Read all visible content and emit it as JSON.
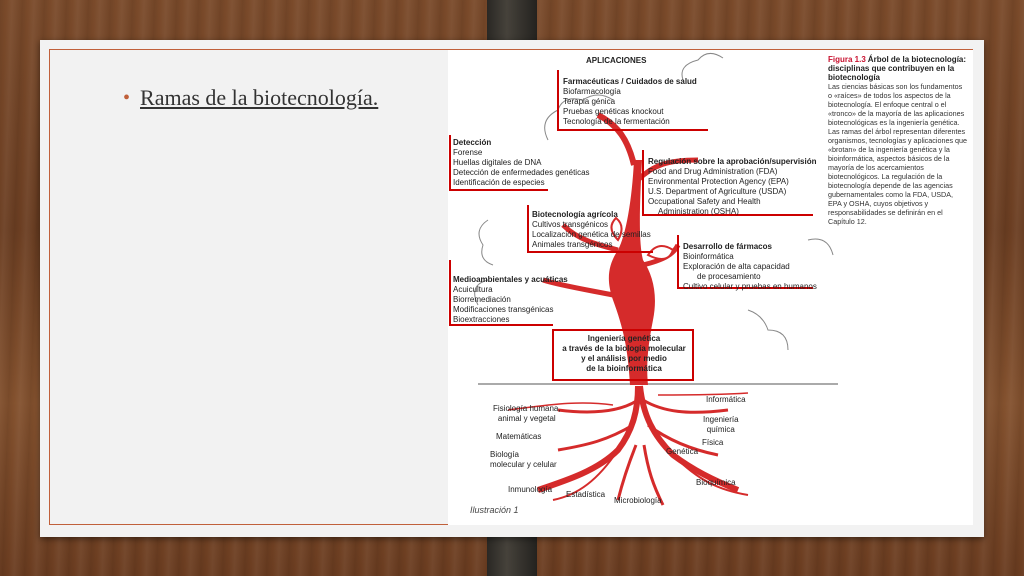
{
  "slide": {
    "bullet": "Ramas de la biotecnología."
  },
  "figure": {
    "header": "APLICACIONES",
    "farma": {
      "title": "Farmacéuticas / Cuidados de salud",
      "items": [
        "Biofarmacología",
        "Terapia génica",
        "Pruebas genéticas knockout",
        "Tecnología de la fermentación"
      ]
    },
    "deteccion": {
      "title": "Detección",
      "items": [
        "Forense",
        "Huellas digitales de DNA",
        "Detección de enfermedades genéticas",
        "Identificación de especies"
      ]
    },
    "regulacion": {
      "title": "Regulación sobre la aprobación/supervisión",
      "items": [
        "Food and Drug Administration (FDA)",
        "Environmental Protection Agency (EPA)",
        "U.S. Department of Agriculture (USDA)",
        "Occupational Safety and Health",
        "Administration (OSHA)"
      ]
    },
    "agricola": {
      "title": "Biotecnología agrícola",
      "items": [
        "Cultivos transgénicos",
        "Localización genética de semillas",
        "Animales transgénicos"
      ]
    },
    "farmacos": {
      "title": "Desarrollo de fármacos",
      "items": [
        "Bioinformática",
        "Exploración de alta capacidad",
        "de procesamiento",
        "Cultivo celular y pruebas en humanos"
      ]
    },
    "medio": {
      "title": "Medioambientales y acuáticas",
      "items": [
        "Acuicultura",
        "Biorremediación",
        "Modificaciones transgénicas",
        "Bioextracciones"
      ]
    },
    "ingenieria": {
      "lines": [
        "Ingeniería genética",
        "a través de la biología molecular",
        "y el análisis por medio",
        "de la bioinformática"
      ]
    },
    "roots": {
      "fisiologia": [
        "Fisiología humana,",
        "animal y vegetal"
      ],
      "matematicas": "Matemáticas",
      "biologia": [
        "Biología",
        "molecular y celular"
      ],
      "inmunologia": "Inmunología",
      "estadistica": "Estadística",
      "microbiologia": "Microbiología",
      "bioquimica": "Bioquímica",
      "genetica": "Genética",
      "fisica": "Física",
      "ingquimica": [
        "Ingeniería",
        "química"
      ],
      "informatica": "Informática"
    },
    "caption": {
      "fig": "Figura 1.3",
      "title": "Árbol de la biotecnología: disciplinas que contribuyen en la biotecnología",
      "body": "Las ciencias básicas son los fundamentos o «raíces» de todos los aspectos de la biotecnología. El enfoque central o el «tronco» de la mayoría de las aplicaciones biotecnológicas es la ingeniería genética. Las ramas del árbol representan diferentes organismos, tecnologías y aplicaciones que «brotan» de la ingeniería genética y la bioinformática, aspectos básicos de la mayoría de los acercamientos biotecnológicos. La regulación de la biotecnología depende de las agencias gubernamentales como la FDA, USDA, EPA y OSHA, cuyos objetivos y responsabilidades se definirán en el Capítulo 12."
    },
    "illustration": "Ilustración 1"
  }
}
